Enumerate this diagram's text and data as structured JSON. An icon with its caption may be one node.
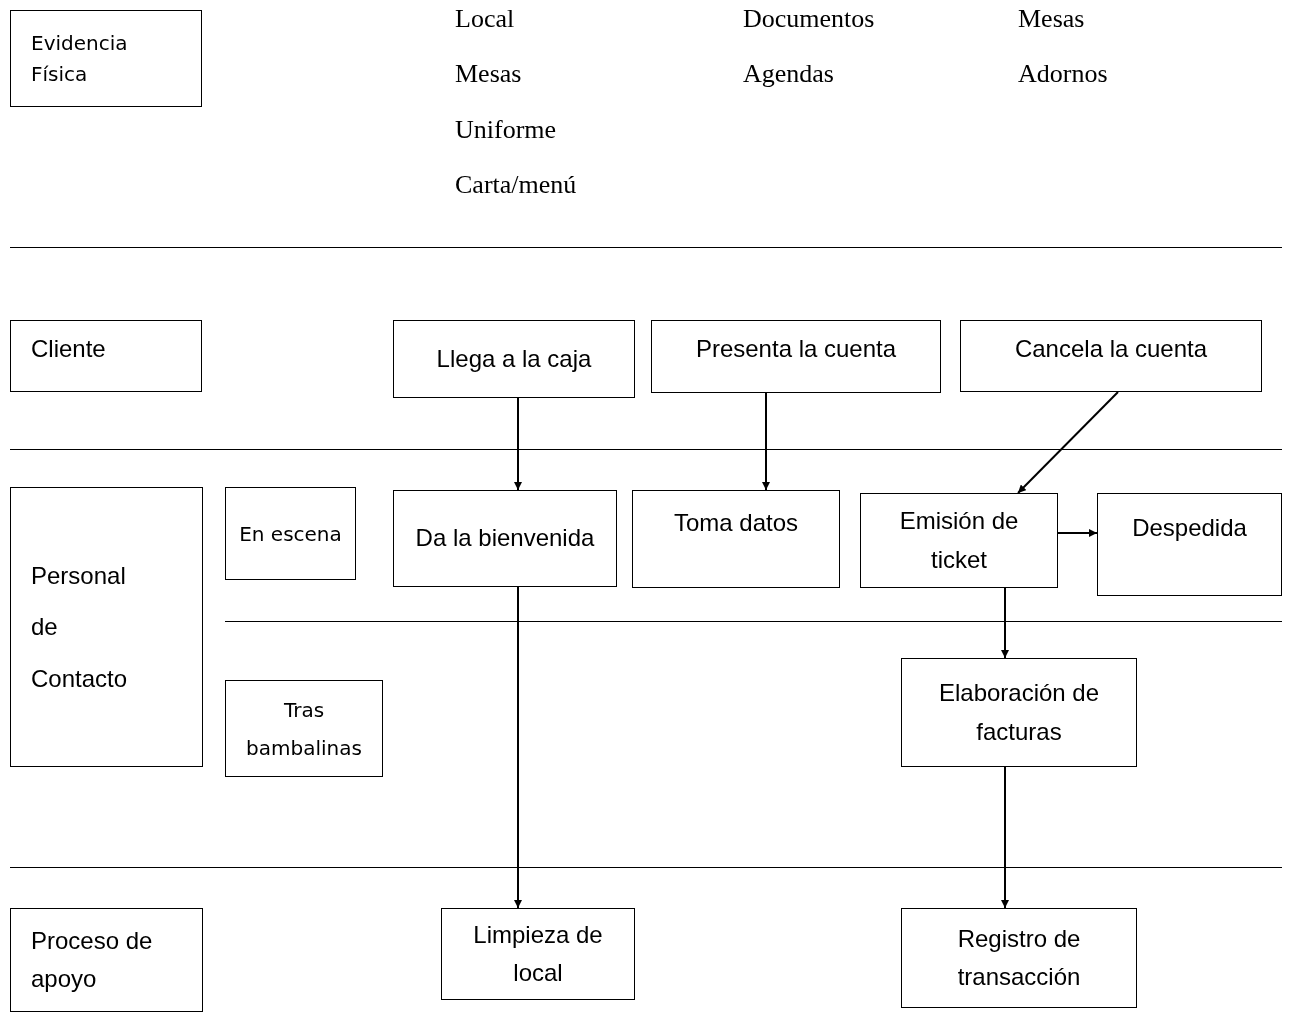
{
  "diagram": {
    "nodes": [
      {
        "text": [
          "Evidencia Física"
        ]
      },
      {
        "text": [
          "Cliente"
        ]
      },
      {
        "text": [
          "Llega a la caja"
        ]
      },
      {
        "text": [
          "Presenta la cuenta"
        ]
      },
      {
        "text": [
          "Cancela la cuenta"
        ]
      },
      {
        "text": [
          "Personal de Contacto"
        ]
      },
      {
        "text": [
          "En escena"
        ]
      },
      {
        "text": [
          "Da la bienvenida"
        ]
      },
      {
        "text": [
          "Toma datos"
        ]
      },
      {
        "text": [
          "Emisión de ticket"
        ]
      },
      {
        "text": [
          "Despedida"
        ]
      },
      {
        "text": [
          "Tras bambalinas"
        ]
      },
      {
        "text": [
          "Elaboración de facturas"
        ]
      },
      {
        "text": [
          "Proceso de apoyo"
        ]
      },
      {
        "text": [
          "Limpieza de local"
        ]
      },
      {
        "text": [
          "Registro de transacción"
        ]
      }
    ],
    "edges": [
      {
        "from": 2,
        "to": 7,
        "arrow": "to"
      },
      {
        "from": 3,
        "to": 8,
        "arrow": "to"
      },
      {
        "from": 4,
        "to": 9,
        "arrow": "to"
      },
      {
        "from": 9,
        "to": 10,
        "arrow": "to"
      },
      {
        "from": 9,
        "to": 12,
        "arrow": "to"
      },
      {
        "from": 7,
        "to": 14,
        "arrow": "to"
      },
      {
        "from": 12,
        "to": 15,
        "arrow": "to"
      }
    ],
    "labels": [
      "Local",
      "Documentos",
      "Mesas",
      "Mesas",
      "Agendas",
      "Adornos",
      "Uniforme",
      "Carta/menú"
    ]
  }
}
